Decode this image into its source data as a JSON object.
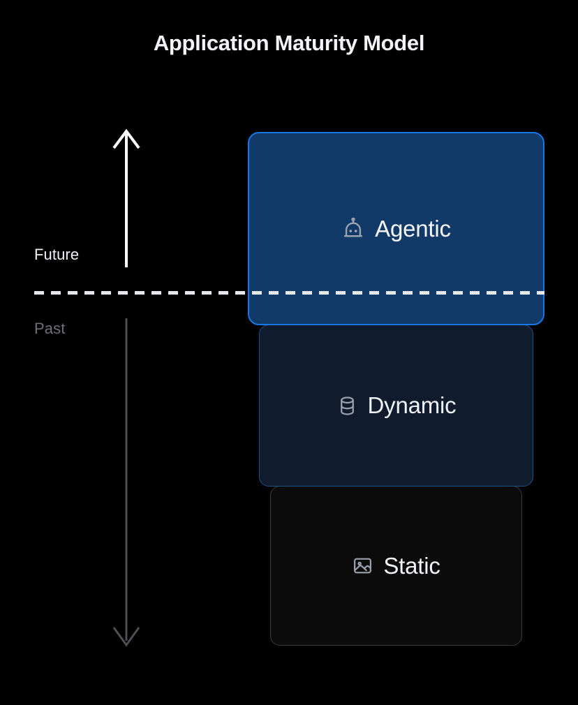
{
  "page": {
    "title": "Application Maturity Model",
    "background_color": "#000000"
  },
  "timeline": {
    "up_arrow_icon": "arrow-up-icon",
    "down_arrow_icon": "arrow-down-icon",
    "future_label": "Future",
    "past_label": "Past",
    "divider_style": "dashed",
    "future_color": "#f0f2f5",
    "past_color": "#6e7178",
    "divider_color": "#e6e9ef",
    "up_arrow_color": "#ffffff",
    "down_arrow_color": "#4d4f53"
  },
  "tiers": [
    {
      "id": "agentic",
      "label": "Agentic",
      "icon": "robot-icon",
      "era": "Future",
      "fill_color": "#123a68",
      "border_color": "#1578e6",
      "icon_color": "#9aa3ae",
      "text_color": "#f4f6f9"
    },
    {
      "id": "dynamic",
      "label": "Dynamic",
      "icon": "database-icon",
      "era": "Past",
      "fill_color": "#111b2e",
      "border_color": "#1e4f86",
      "icon_color": "#9aa3ae",
      "text_color": "#eef1f5"
    },
    {
      "id": "static",
      "label": "Static",
      "icon": "image-icon",
      "era": "Past",
      "fill_color": "#0b0b0c",
      "border_color": "#3a3c40",
      "icon_color": "#9aa3ae",
      "text_color": "#f2f4f7"
    }
  ]
}
